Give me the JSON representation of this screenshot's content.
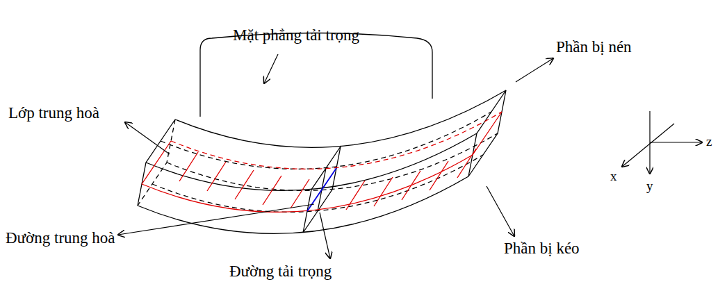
{
  "diagram": {
    "labels": [
      "Mặt phẳng tải trọng",
      "Lớp trung hoà",
      "Phần bị nén",
      "Đường trung hoà",
      "Phần bị kéo",
      "Đường tải trọng",
      "z",
      "x",
      "y"
    ]
  }
}
